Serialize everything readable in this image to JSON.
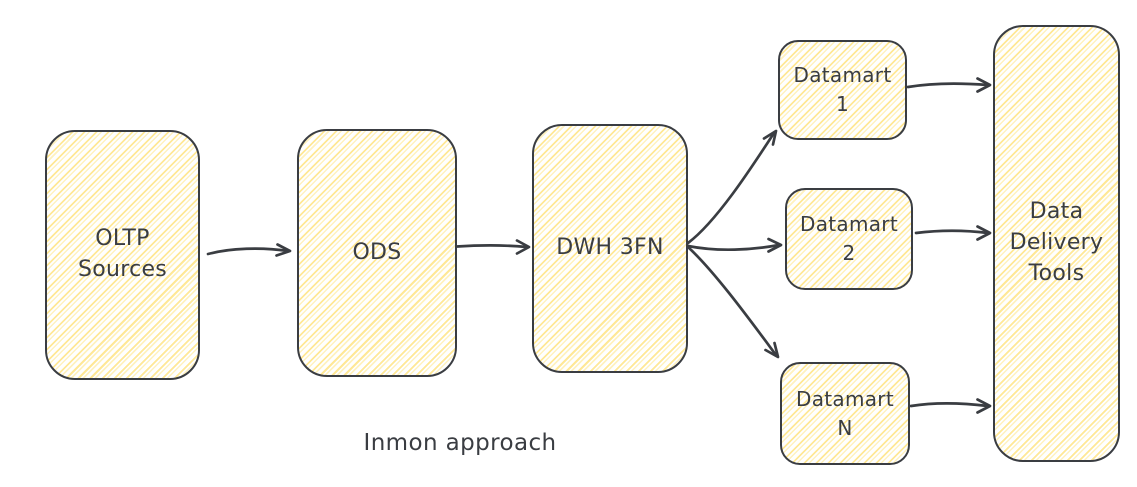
{
  "caption": "Inmon approach",
  "colors": {
    "stroke": "#3a3d42",
    "text": "#3a3d42",
    "hachure_fill": "#ffe791",
    "background": "#ffffff"
  },
  "nodes": {
    "oltp": {
      "lines": [
        "OLTP",
        "Sources"
      ]
    },
    "ods": {
      "lines": [
        "ODS"
      ]
    },
    "dwh": {
      "lines": [
        "DWH 3FN"
      ]
    },
    "dm1": {
      "lines": [
        "Datamart",
        "1"
      ]
    },
    "dm2": {
      "lines": [
        "Datamart",
        "2"
      ]
    },
    "dmn": {
      "lines": [
        "Datamart",
        "N"
      ]
    },
    "ddt": {
      "lines": [
        "Data",
        "Delivery",
        "Tools"
      ]
    }
  },
  "edges": [
    {
      "from": "OLTP Sources",
      "to": "ODS"
    },
    {
      "from": "ODS",
      "to": "DWH 3FN"
    },
    {
      "from": "DWH 3FN",
      "to": "Datamart 1"
    },
    {
      "from": "DWH 3FN",
      "to": "Datamart 2"
    },
    {
      "from": "DWH 3FN",
      "to": "Datamart N"
    },
    {
      "from": "Datamart 1",
      "to": "Data Delivery Tools"
    },
    {
      "from": "Datamart 2",
      "to": "Data Delivery Tools"
    },
    {
      "from": "Datamart N",
      "to": "Data Delivery Tools"
    }
  ]
}
